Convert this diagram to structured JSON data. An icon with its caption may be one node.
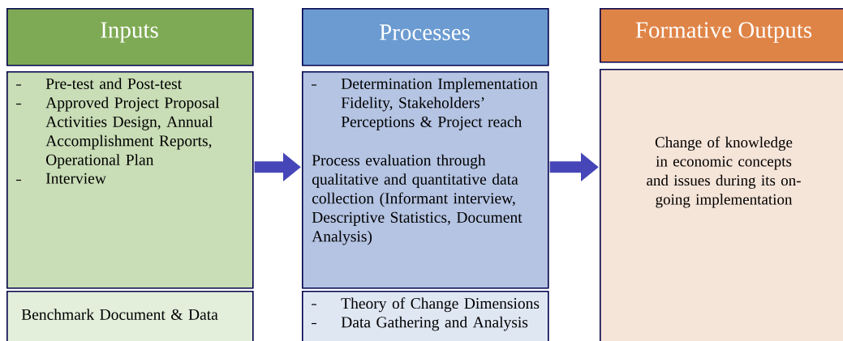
{
  "diagram": {
    "nodes": [
      {
        "text": [
          "Inputs"
        ]
      },
      {
        "text": [
          "Pre-test and Post-test",
          "Approved Project Proposal Activities Design, Annual Accomplishment Reports, Operational Plan",
          "Interview"
        ]
      },
      {
        "text": [
          "Benchmark Document & Data"
        ]
      },
      {
        "text": [
          "Processes"
        ]
      },
      {
        "text": [
          "Determination Implementation Fidelity, Stakeholders’ Perceptions & Project reach",
          "Process evaluation through qualitative and quantitative data collection (Informant interview, Descriptive Statistics, Document Analysis)"
        ]
      },
      {
        "text": [
          "Theory of Change Dimensions",
          "Data Gathering and Analysis"
        ]
      },
      {
        "text": [
          "Formative Outputs"
        ]
      },
      {
        "text": [
          "Change of knowledge in economic concepts and issues during its on-going implementation"
        ]
      }
    ],
    "edges": [
      {
        "from": 1,
        "to": 4,
        "arrow": "to"
      },
      {
        "from": 4,
        "to": 7,
        "arrow": "to"
      }
    ]
  }
}
